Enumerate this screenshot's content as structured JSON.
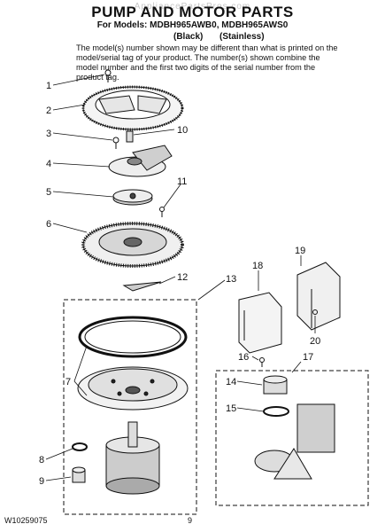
{
  "watermark": "AppliancePartsPros.com",
  "header": {
    "title": "PUMP AND MOTOR PARTS",
    "models": "For Models: MDBH965AWB0, MDBH965AWS0",
    "variant_black": "(Black)",
    "variant_stainless": "(Stainless)",
    "note": "The model(s) number shown may be different than what is printed on the model/serial tag of your product. The number(s) shown combine the model number and the first two digits of the serial number from the product tag."
  },
  "callouts": [
    "1",
    "2",
    "3",
    "10",
    "4",
    "5",
    "11",
    "6",
    "12",
    "13",
    "18",
    "19",
    "16",
    "20",
    "14",
    "17",
    "7",
    "15",
    "8",
    "9"
  ],
  "footer": {
    "doc_number": "W10259075",
    "page": "9"
  }
}
